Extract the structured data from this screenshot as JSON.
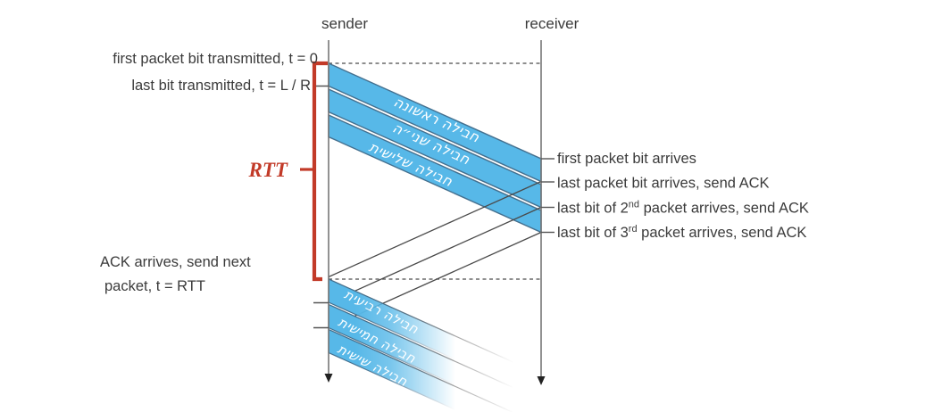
{
  "diagram": {
    "title_left": "sender",
    "title_right": "receiver",
    "left_annotations": {
      "first_bit_transmitted": "first packet bit transmitted, t = 0",
      "last_bit_transmitted": "last bit transmitted, t = L / R",
      "rtt": "RTT",
      "ack_arrives_line1": "ACK arrives, send next",
      "ack_arrives_line2": "packet, t = RTT"
    },
    "right_annotations": {
      "first_bit_arrives": "first packet bit arrives",
      "last_bit_arrives": "last packet bit arrives, send ACK",
      "second_packet": {
        "pre": "last bit of 2",
        "sup": "nd",
        "post": " packet arrives, send ACK"
      },
      "third_packet": {
        "pre": "last bit of 3",
        "sup": "rd",
        "post": " packet arrives, send ACK"
      }
    },
    "packet_labels": {
      "p1": "חבילה ראשונה",
      "p2": "חבילה שני״ה",
      "p3": "חבילה שלישית",
      "p4": "חבילה רביעית",
      "p5": "חבילה חמישית",
      "p6": "חבילה שישית"
    },
    "colors": {
      "packet_fill": "#57b8e8",
      "packet_outline": "#44708f",
      "rtt_red": "#c23a28",
      "line_gray": "#4a4a4a",
      "text_gray": "#3b3b3b"
    }
  }
}
